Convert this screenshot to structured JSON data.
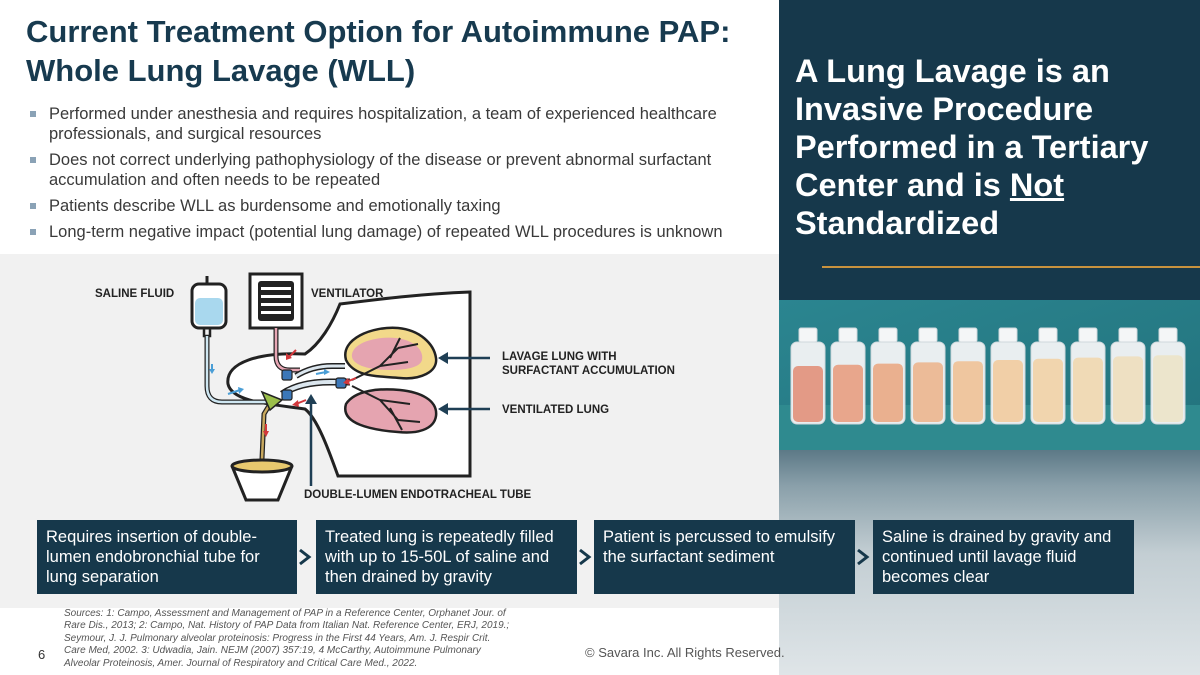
{
  "title": {
    "line1": "Current Treatment Option for Autoimmune PAP:",
    "line2": "Whole Lung Lavage (WLL)"
  },
  "bullets": [
    "Performed under anesthesia and requires hospitalization, a team of experienced healthcare professionals, and surgical resources",
    "Does not correct underlying pathophysiology of the disease or prevent abnormal surfactant accumulation and often needs to be repeated",
    "Patients describe WLL as burdensome and emotionally taxing",
    "Long-term negative impact (potential lung damage) of repeated WLL procedures is unknown"
  ],
  "diagram": {
    "saline_label": "SALINE FLUID",
    "ventilator_label": "VENTILATOR",
    "lavage_label_line1": "LAVAGE LUNG WITH",
    "lavage_label_line2": "SURFACTANT ACCUMULATION",
    "ventilated_label": "VENTILATED LUNG",
    "tube_label": "DOUBLE-LUMEN ENDOTRACHEAL TUBE"
  },
  "headline": {
    "text_main": "A Lung Lavage is an Invasive Procedure Performed in a Tertiary Center and is ",
    "text_not": "Not",
    "text_end": " Standardized"
  },
  "steps": [
    "Requires insertion of double-lumen endobronchial tube for lung separation",
    "Treated lung is repeatedly filled with up to 15-50L of saline and then drained by gravity",
    "Patient is percussed to emulsify the surfactant sediment",
    "Saline is drained by gravity and continued until lavage fluid becomes clear"
  ],
  "sources": "Sources: 1: Campo, Assessment and Management of PAP in a Reference Center, Orphanet Jour. of Rare Dis., 2013; 2: Campo, Nat. History of PAP Data from Italian Nat. Reference Center, ERJ, 2019.; Seymour,  J. J. Pulmonary alveolar proteinosis: Progress in the First 44 Years, Am. J. Respir Crit. Care Med, 2002. 3: Udwadia, Jain. NEJM (2007) 357:19, 4 McCarthy, Autoimmune Pulmonary Alveolar Proteinosis, Amer. Journal of Respiratory and Critical Care Med., 2022.",
  "page_number": "6",
  "copyright": "© Savara Inc. All Rights Reserved.",
  "colors": {
    "navy": "#16384b",
    "title": "#173a4f",
    "accent_gold": "#c8923e",
    "lung_yellow": "#f2d98a",
    "lung_pink": "#e5a4b0"
  }
}
